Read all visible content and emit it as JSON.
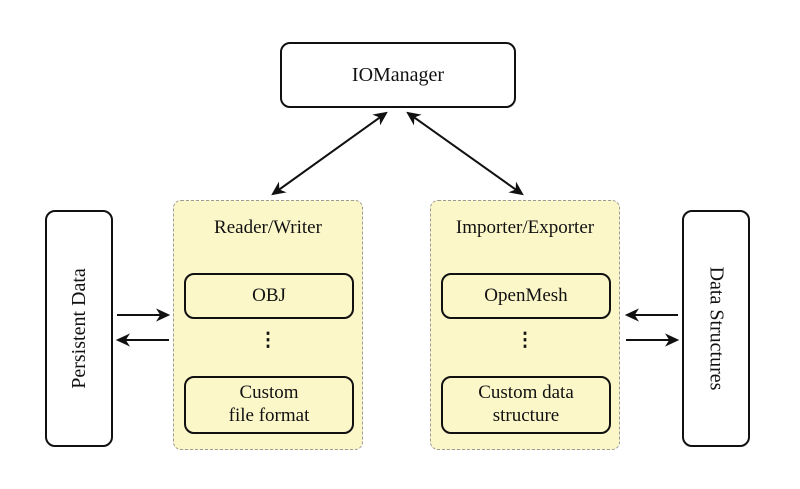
{
  "io_manager": {
    "label": "IOManager"
  },
  "left_side_box": {
    "label": "Persistent Data"
  },
  "right_side_box": {
    "label": "Data Structures"
  },
  "reader_writer_panel": {
    "title": "Reader/Writer",
    "item1": "OBJ",
    "dots": "⋮",
    "item2_line1": "Custom",
    "item2_line2": "file format"
  },
  "importer_exporter_panel": {
    "title": "Importer/Exporter",
    "item1": "OpenMesh",
    "dots": "⋮",
    "item2_line1": "Custom data",
    "item2_line2": "structure"
  },
  "colors": {
    "panel_fill": "#FBF7C9",
    "panel_border": "#9a9a9a",
    "line_color": "#111111",
    "box_fill": "#ffffff"
  }
}
